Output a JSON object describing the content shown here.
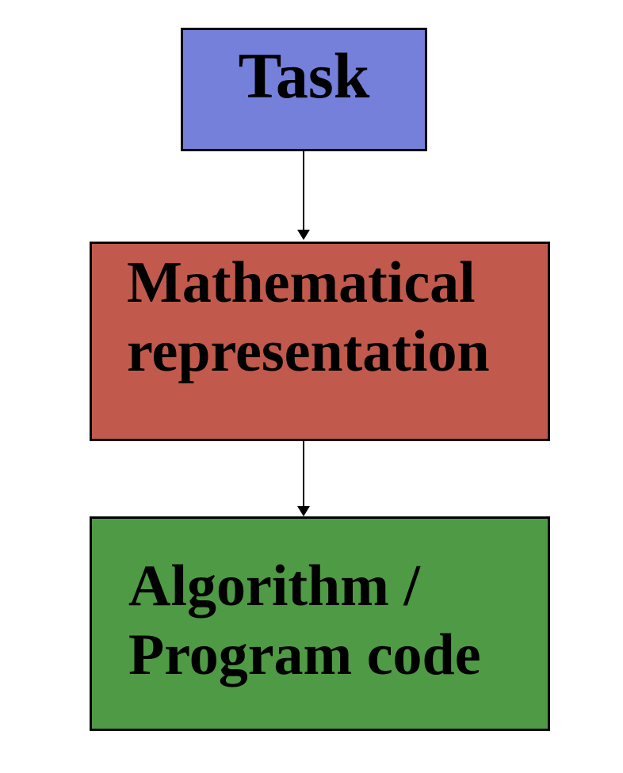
{
  "diagram": {
    "type": "flowchart",
    "background": "#ffffff",
    "nodes": {
      "task": {
        "label": "Task",
        "fill": "#7480DA",
        "border_color": "#000000",
        "text_color": "#000000"
      },
      "math": {
        "lines": [
          "Mathematical",
          "representation"
        ],
        "fill": "#C15A4C",
        "border_color": "#000000",
        "text_color": "#000000"
      },
      "algo": {
        "lines": [
          "Algorithm /",
          "Program code"
        ],
        "fill": "#4F9A44",
        "border_color": "#000000",
        "text_color": "#000000"
      }
    },
    "edges": [
      {
        "from": "task",
        "to": "math",
        "direction": "down",
        "color": "#000000",
        "style": "arrow"
      },
      {
        "from": "math",
        "to": "algo",
        "direction": "down",
        "color": "#000000",
        "style": "arrow"
      }
    ]
  }
}
